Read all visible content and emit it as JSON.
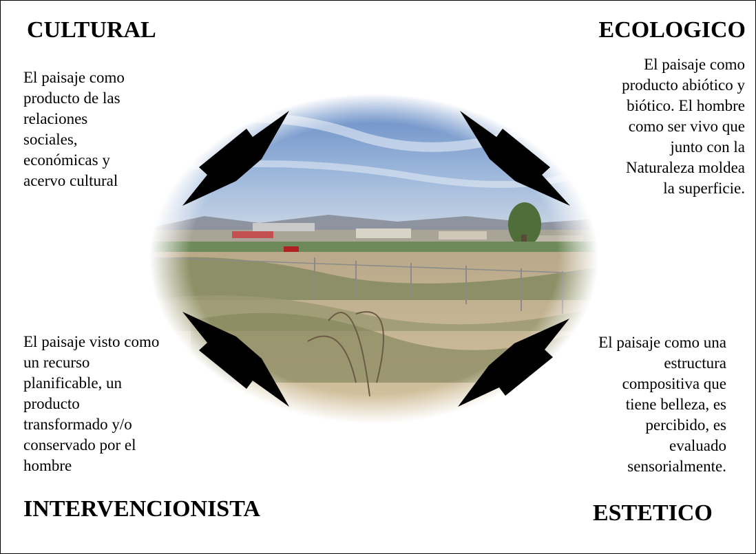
{
  "diagram": {
    "headings": {
      "cultural": "CULTURAL",
      "ecologico": "ECOLOGICO",
      "intervencionista": "INTERVENCIONISTA",
      "estetico": "ESTETICO"
    },
    "descriptions": {
      "cultural": [
        "El paisaje como",
        "producto de las",
        "relaciones",
        "sociales,",
        "económicas y",
        "acervo cultural"
      ],
      "ecologico": [
        "El paisaje como",
        "producto abiótico y",
        "biótico. El hombre",
        "como ser vivo que",
        "junto con la",
        "Naturaleza moldea",
        "la superficie."
      ],
      "intervencionista": [
        "El paisaje visto como",
        "un recurso",
        "planificable, un",
        "producto",
        "transformado y/o",
        "conservado por el",
        "hombre"
      ],
      "estetico": [
        "El paisaje  como una",
        "estructura",
        "compositiva que",
        "tiene belleza, es",
        "percibido, es",
        "evaluado",
        "sensorialmente."
      ]
    },
    "colors": {
      "arrow": "#000000",
      "background": "#ffffff",
      "text": "#000000"
    }
  }
}
